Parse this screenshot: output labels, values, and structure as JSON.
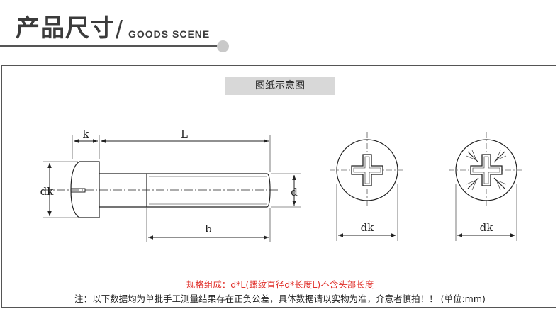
{
  "header": {
    "title_cn": "产品尺寸",
    "slash": "/",
    "title_en": "GOODS SCENE"
  },
  "drawing": {
    "caption": "图纸示意图",
    "dims": {
      "k": "k",
      "L": "L",
      "dk_side": "dk",
      "d": "d",
      "b": "b",
      "dk_cross": "dk",
      "dk_pozi": "dk"
    }
  },
  "notes": {
    "composition": "规格组成：d*L(螺纹直径d*长度L)不含头部长度",
    "disclaimer": "注：以下数据均为单批手工测量结果存在正负公差，具体数据请以实物为准，介意者慎拍！！ (单位:mm)"
  },
  "colors": {
    "accent_red": "#e0302a",
    "caption_bg": "#d8d8d8",
    "ink": "#222222"
  }
}
